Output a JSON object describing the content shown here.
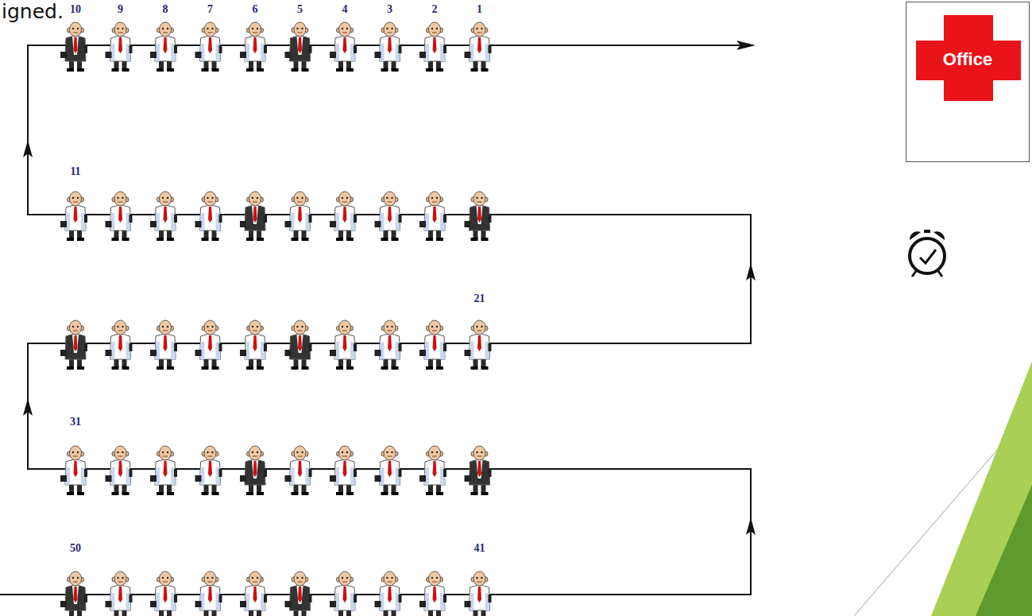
{
  "diagram": {
    "nodes": [
      {
        "text": [
          "Office"
        ]
      }
    ],
    "labels": [
      "igned.",
      "10",
      "9",
      "8",
      "7",
      "6",
      "5",
      "4",
      "3",
      "2",
      "1",
      "11",
      "21",
      "31",
      "50",
      "41"
    ]
  }
}
